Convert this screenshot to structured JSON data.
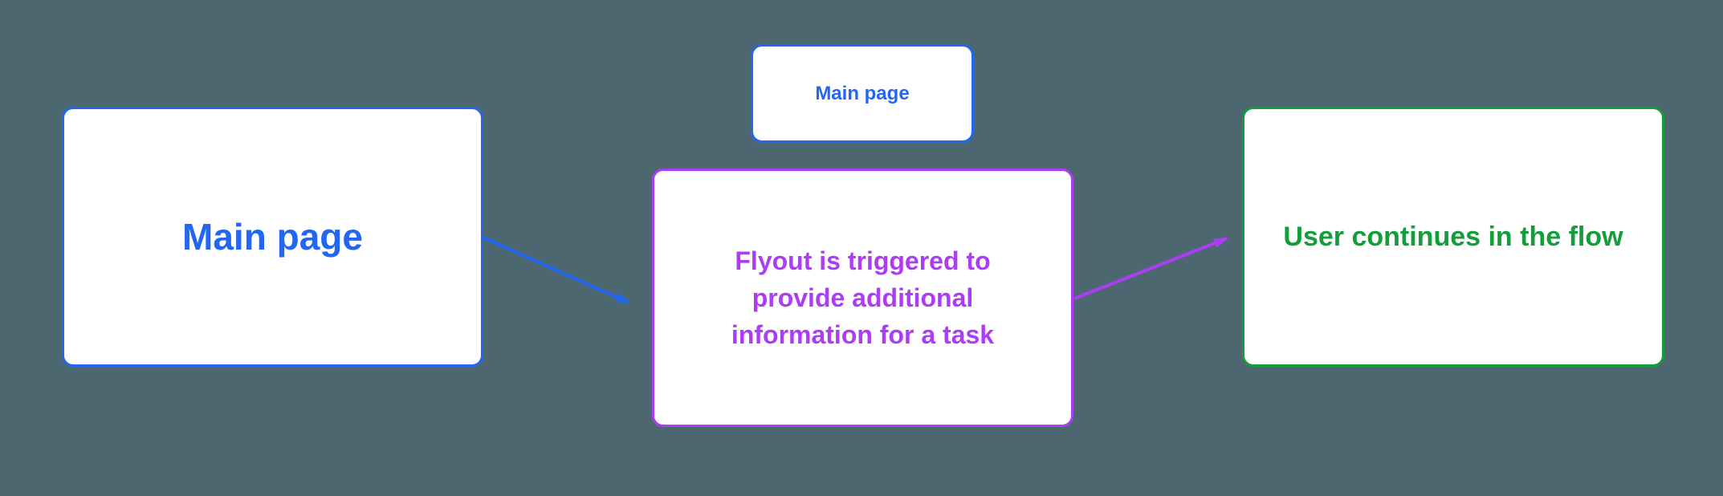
{
  "diagram": {
    "nodes": [
      {
        "id": "main-page",
        "label": "Main page",
        "lines": [
          "Main page"
        ],
        "color": "blue"
      },
      {
        "id": "main-page-mini",
        "label": "Main page",
        "lines": [
          "Main page"
        ],
        "color": "blue"
      },
      {
        "id": "flyout",
        "label": "Flyout is triggered to provide additional information for a task",
        "lines": [
          "Flyout is triggered to",
          "provide additional",
          "information for a task"
        ],
        "color": "purple"
      },
      {
        "id": "user-continues",
        "label": "User continues in the flow",
        "lines": [
          "User continues in the flow"
        ],
        "color": "green"
      }
    ],
    "connectors": [
      {
        "from": "main-page",
        "to": "flyout",
        "color": "blue",
        "style": "arrow"
      },
      {
        "from": "flyout",
        "to": "user-continues",
        "color": "purple",
        "style": "arrow"
      }
    ]
  },
  "colors": {
    "background": "#4D6770",
    "node_fill": "#FFFFFF",
    "blue": "#2266F2",
    "purple": "#AC3DF5",
    "green": "#129E3B"
  }
}
